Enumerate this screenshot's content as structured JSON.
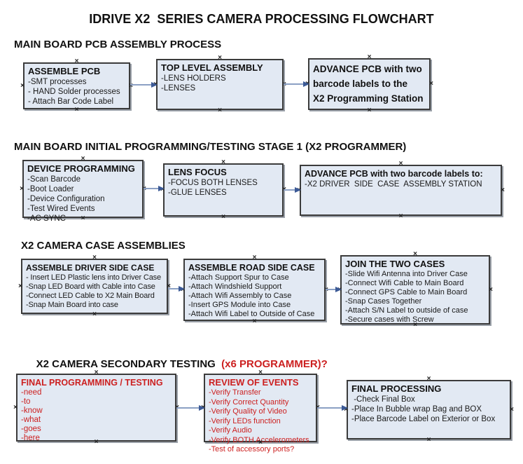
{
  "title": "IDRIVE X2  SERIES CAMERA PROCESSING FLOWCHART",
  "icons": {
    "handle": "×"
  },
  "colors": {
    "box_fill": "#e2e9f3",
    "box_border": "#3b3b3b",
    "box_shadow": "#9aa0a8",
    "arrow_line": "#8ba0c4",
    "arrow_head": "#3c5a96",
    "red_text": "#cc2020",
    "black_text": "#111111"
  },
  "sections": [
    {
      "heading": "MAIN BOARD PCB ASSEMBLY PROCESS",
      "boxes": [
        {
          "title": "ASSEMBLE PCB",
          "items": [
            "-SMT processes",
            "- HAND Solder processes",
            "- Attach Bar Code Label"
          ]
        },
        {
          "title": "TOP LEVEL ASSEMBLY",
          "items": [
            "-LENS HOLDERS",
            "-LENSES"
          ]
        },
        {
          "title": "ADVANCE PCB with two\nbarcode labels to the\n X2 Programming Station",
          "items": []
        }
      ]
    },
    {
      "heading": "MAIN BOARD INITIAL PROGRAMMING/TESTING STAGE 1 (X2 PROGRAMMER)",
      "boxes": [
        {
          "title": "DEVICE PROGRAMMING",
          "items": [
            "-Scan Barcode",
            "-Boot Loader",
            "-Device Configuration",
            "-Test Wired Events",
            "-AC SYNC"
          ]
        },
        {
          "title": "LENS FOCUS",
          "items": [
            "-FOCUS BOTH LENSES",
            "-GLUE LENSES"
          ]
        },
        {
          "title": "ADVANCE PCB with two barcode labels to:",
          "items": [
            "-X2 DRIVER  SIDE  CASE  ASSEMBLY STATION"
          ]
        }
      ]
    },
    {
      "heading": "X2 CAMERA CASE ASSEMBLIES",
      "boxes": [
        {
          "title": "ASSEMBLE DRIVER SIDE CASE",
          "items": [
            "- Insert LED Plastic lens into Driver Case",
            "-Snap LED Board with Cable into Case",
            "-Connect LED Cable to X2 Main Board",
            "-Snap Main Board into case"
          ]
        },
        {
          "title": "ASSEMBLE ROAD SIDE CASE",
          "items": [
            "-Attach Support Spur to Case",
            "-Attach Windshield Support",
            "-Attach Wifi Assembly to Case",
            "-Insert GPS Module into Case",
            "-Attach Wifi Label to Outside of Case"
          ]
        },
        {
          "title": "JOIN THE TWO CASES",
          "items": [
            "-Slide Wifi Antenna into Driver Case",
            "-Connect Wifi Cable to Main Board",
            "-Connect GPS Cable to Main Board",
            "-Snap Cases Together",
            "-Attach S/N Label to outside of case",
            "-Secure cases with Screw"
          ]
        }
      ]
    },
    {
      "heading": "X2 CAMERA SECONDARY TESTING  ",
      "heading_highlight": "(x6 PROGRAMMER)?",
      "boxes": [
        {
          "title": "FINAL PROGRAMMING / TESTING",
          "items": [
            "-need",
            "-to",
            "-know",
            "-what",
            "-goes",
            "-here"
          ]
        },
        {
          "title": "REVIEW OF EVENTS",
          "items": [
            "-Verify Transfer",
            "-Verify Correct Quantity",
            "-Verify Quality of Video",
            "-Verify LEDs function",
            "-Verify Audio",
            "-Verify BOTH Accelerometers",
            "-Test of accessory ports?"
          ]
        },
        {
          "title": "FINAL PROCESSING",
          "items": [
            " -Check Final Box",
            "-Place In Bubble wrap Bag and BOX",
            "-Place Barcode Label on Exterior or Box"
          ]
        }
      ]
    }
  ]
}
